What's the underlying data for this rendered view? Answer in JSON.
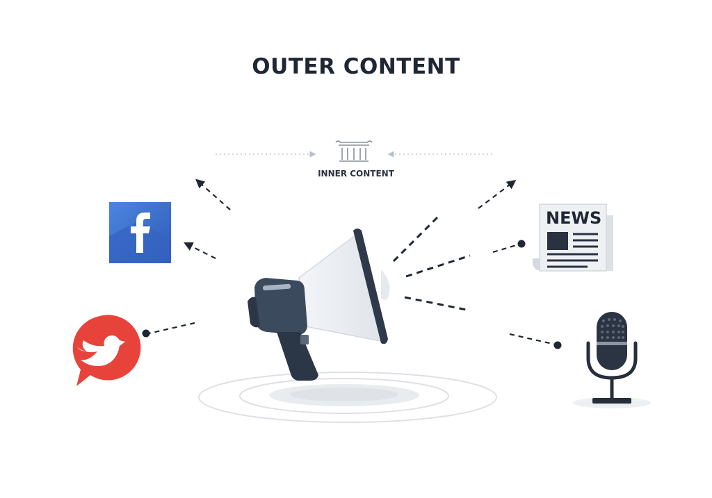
{
  "diagram": {
    "title": "OUTER CONTENT",
    "inner_label": "INNER CONTENT",
    "news_label": "NEWS"
  },
  "colors": {
    "dark": "#1f2733",
    "facebook_blue": "#3b6fd0",
    "twitter_red": "#e8433b",
    "megaphone_slate": "#3c4a5e",
    "horn_light": "#e7ebf0"
  },
  "icons": {
    "inner": "pillar-icon",
    "facebook": "facebook-icon",
    "twitter": "twitter-bird-icon",
    "news": "newspaper-icon",
    "microphone": "microphone-icon",
    "center": "megaphone-icon"
  }
}
